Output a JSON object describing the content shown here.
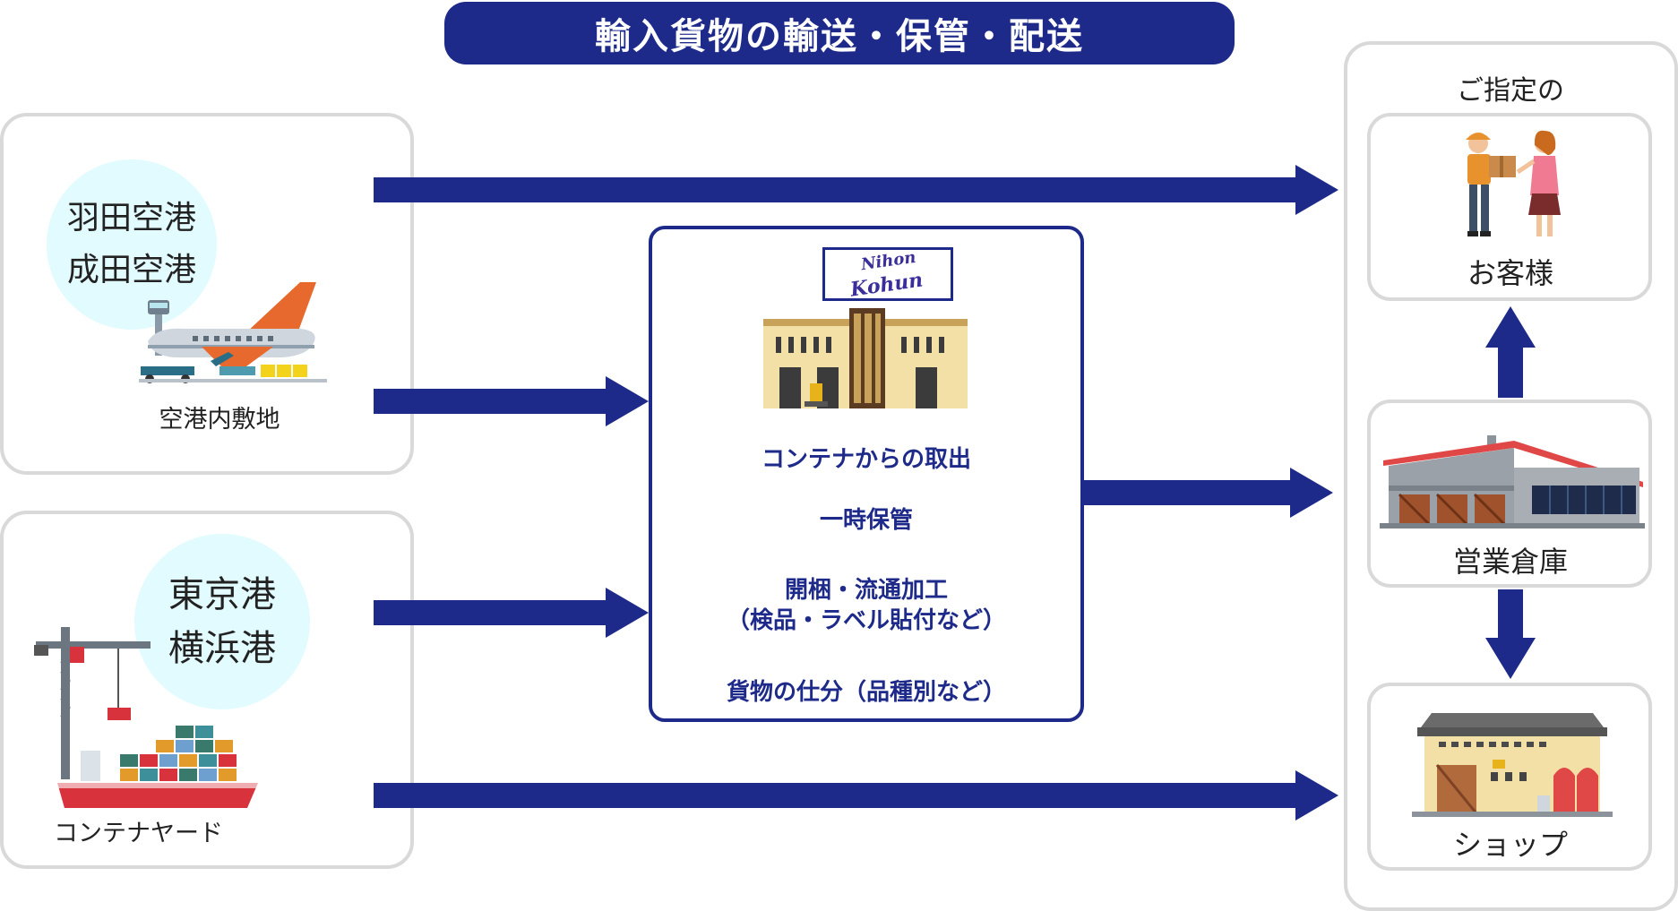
{
  "title": "輸入貨物の輸送・保管・配送",
  "origins": {
    "airport": {
      "names": [
        "羽田空港",
        "成田空港"
      ],
      "caption": "空港内敷地"
    },
    "seaport": {
      "names": [
        "東京港",
        "横浜港"
      ],
      "caption": "コンテナヤード"
    }
  },
  "center": {
    "logo_lines": [
      "Nihon",
      "Kohun"
    ],
    "steps": [
      "コンテナからの取出",
      "一時保管",
      "開梱・流通加工",
      "（検品・ラベル貼付など）",
      "貨物の仕分（品種別など）"
    ]
  },
  "destinations": {
    "header": "ご指定の",
    "customer": "お客様",
    "warehouse": "営業倉庫",
    "shop": "ショップ"
  },
  "colors": {
    "navy": "#1e2a8a",
    "circle_fill": "#e2fbff",
    "border_gray": "#d9d9d9",
    "accent_orange": "#e8692d"
  },
  "icons": [
    "airport-illustration",
    "container-ship-illustration",
    "warehouse-building-illustration",
    "delivery-handover-illustration",
    "storage-warehouse-illustration",
    "shop-building-illustration"
  ]
}
